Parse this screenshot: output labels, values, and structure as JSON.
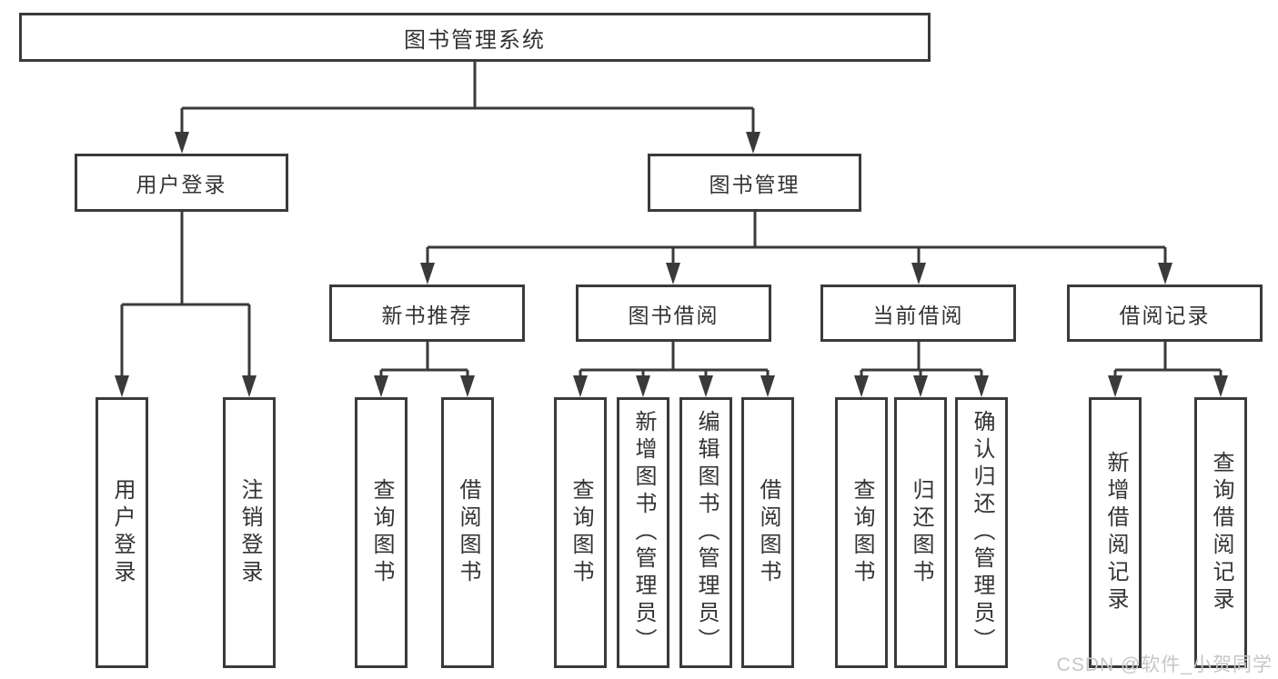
{
  "diagram": {
    "root": {
      "label": "图书管理系统"
    },
    "level2": [
      {
        "label": "用户登录"
      },
      {
        "label": "图书管理"
      }
    ],
    "level3": [
      {
        "label": "新书推荐"
      },
      {
        "label": "图书借阅"
      },
      {
        "label": "当前借阅"
      },
      {
        "label": "借阅记录"
      }
    ],
    "leaves": {
      "user_login": [
        {
          "label": "用户登录"
        },
        {
          "label": "注销登录"
        }
      ],
      "new_book": [
        {
          "label": "查询图书"
        },
        {
          "label": "借阅图书"
        }
      ],
      "book_borrow": [
        {
          "label": "查询图书"
        },
        {
          "label": "新增图书（管理员）"
        },
        {
          "label": "编辑图书（管理员）"
        },
        {
          "label": "借阅图书"
        }
      ],
      "current_borrow": [
        {
          "label": "查询图书"
        },
        {
          "label": "归还图书"
        },
        {
          "label": "确认归还（管理员）"
        }
      ],
      "borrow_records": [
        {
          "label": "新增借阅记录"
        },
        {
          "label": "查询借阅记录"
        }
      ]
    }
  },
  "watermark": {
    "text": "CSDN @软件_小贺同学"
  },
  "colors": {
    "line": "#3a3a3a",
    "text": "#333333",
    "background": "#ffffff",
    "watermark": "#c6c6c6"
  }
}
